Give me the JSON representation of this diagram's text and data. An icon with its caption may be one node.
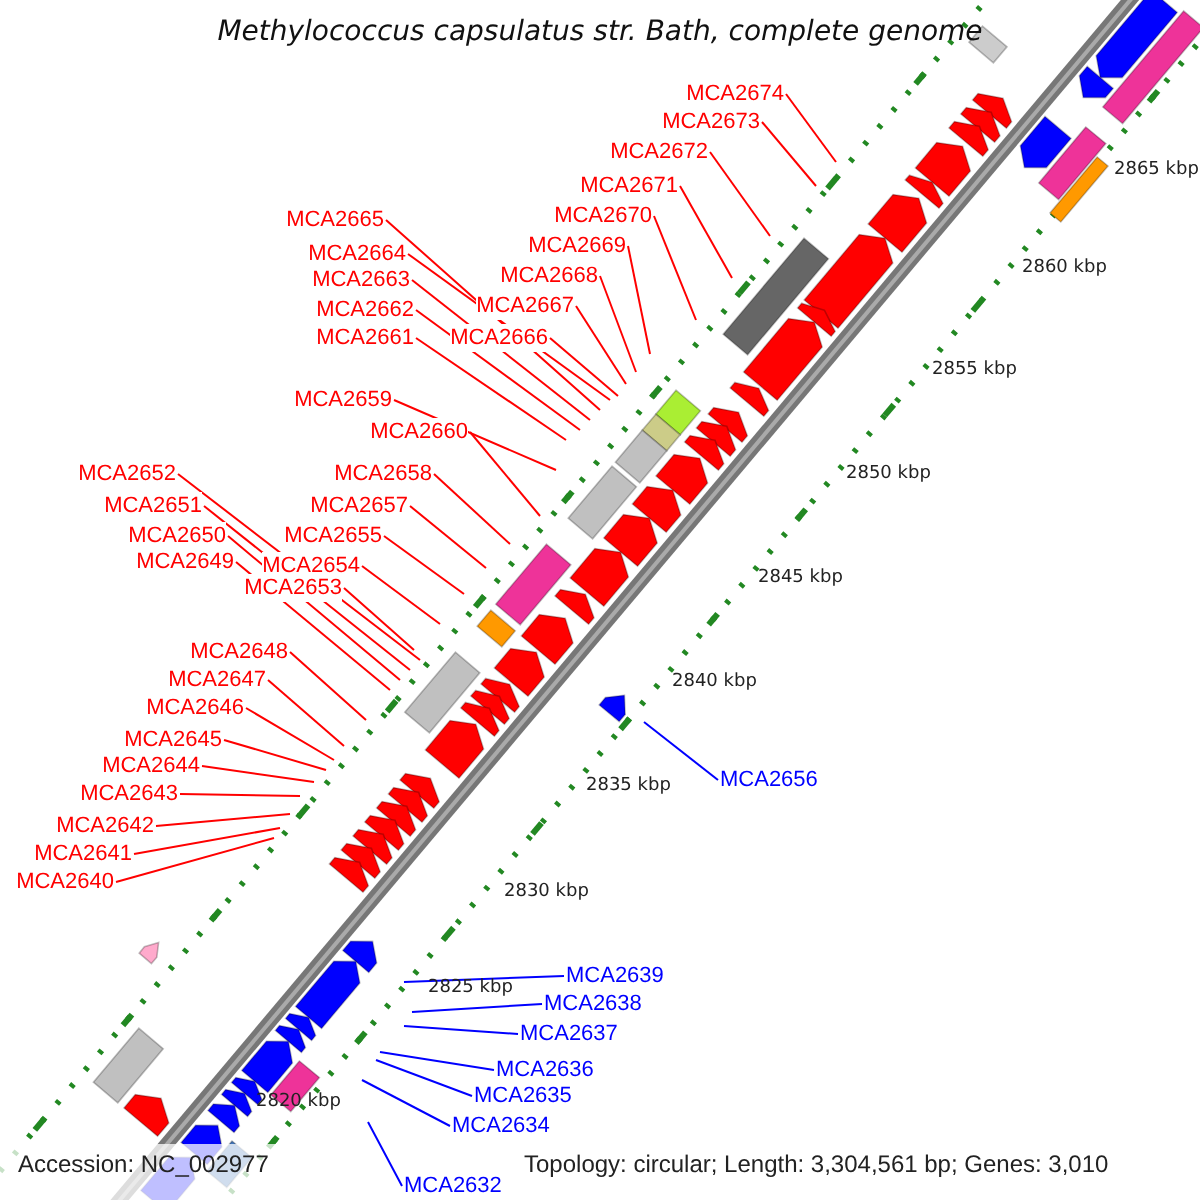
{
  "diagram": {
    "title": "Methylococcus capsulatus str. Bath, complete genome",
    "nodes": [
      {
        "text": [
          "MCA2674"
        ]
      },
      {
        "text": [
          "MCA2673"
        ]
      },
      {
        "text": [
          "MCA2672"
        ]
      },
      {
        "text": [
          "MCA2671"
        ]
      },
      {
        "text": [
          "MCA2670"
        ]
      },
      {
        "text": [
          "MCA2665"
        ]
      },
      {
        "text": [
          "MCA2669"
        ]
      },
      {
        "text": [
          "MCA2664"
        ]
      },
      {
        "text": [
          "MCA2663"
        ]
      },
      {
        "text": [
          "MCA2668"
        ]
      },
      {
        "text": [
          "MCA2667"
        ]
      },
      {
        "text": [
          "MCA2662"
        ]
      },
      {
        "text": [
          "MCA2666"
        ]
      },
      {
        "text": [
          "MCA2661"
        ]
      },
      {
        "text": [
          "MCA2659"
        ]
      },
      {
        "text": [
          "MCA2660"
        ]
      },
      {
        "text": [
          "MCA2652"
        ]
      },
      {
        "text": [
          "MCA2658"
        ]
      },
      {
        "text": [
          "MCA2651"
        ]
      },
      {
        "text": [
          "MCA2657"
        ]
      },
      {
        "text": [
          "MCA2650"
        ]
      },
      {
        "text": [
          "MCA2655"
        ]
      },
      {
        "text": [
          "MCA2649"
        ]
      },
      {
        "text": [
          "MCA2654"
        ]
      },
      {
        "text": [
          "MCA2653"
        ]
      },
      {
        "text": [
          "MCA2648"
        ]
      },
      {
        "text": [
          "MCA2647"
        ]
      },
      {
        "text": [
          "MCA2646"
        ]
      },
      {
        "text": [
          "MCA2645"
        ]
      },
      {
        "text": [
          "MCA2644"
        ]
      },
      {
        "text": [
          "MCA2656"
        ]
      },
      {
        "text": [
          "MCA2643"
        ]
      },
      {
        "text": [
          "MCA2642"
        ]
      },
      {
        "text": [
          "MCA2641"
        ]
      },
      {
        "text": [
          "MCA2640"
        ]
      },
      {
        "text": [
          "MCA2639"
        ]
      },
      {
        "text": [
          "MCA2638"
        ]
      },
      {
        "text": [
          "MCA2637"
        ]
      },
      {
        "text": [
          "MCA2636"
        ]
      },
      {
        "text": [
          "MCA2635"
        ]
      },
      {
        "text": [
          "MCA2634"
        ]
      },
      {
        "text": [
          "MCA2632"
        ]
      }
    ],
    "edges": [
      {
        "from": 0,
        "to": null,
        "arrow": "none"
      },
      {
        "from": 1,
        "to": null,
        "arrow": "none"
      },
      {
        "from": 2,
        "to": null,
        "arrow": "none"
      },
      {
        "from": 3,
        "to": null,
        "arrow": "none"
      },
      {
        "from": 4,
        "to": null,
        "arrow": "none"
      },
      {
        "from": 5,
        "to": null,
        "arrow": "none"
      },
      {
        "from": 6,
        "to": null,
        "arrow": "none"
      },
      {
        "from": 7,
        "to": null,
        "arrow": "none"
      },
      {
        "from": 8,
        "to": null,
        "arrow": "none"
      },
      {
        "from": 9,
        "to": null,
        "arrow": "none"
      },
      {
        "from": 10,
        "to": null,
        "arrow": "none"
      },
      {
        "from": 11,
        "to": null,
        "arrow": "none"
      },
      {
        "from": 12,
        "to": null,
        "arrow": "none"
      },
      {
        "from": 13,
        "to": null,
        "arrow": "none"
      },
      {
        "from": 14,
        "to": null,
        "arrow": "none"
      },
      {
        "from": 15,
        "to": null,
        "arrow": "none"
      },
      {
        "from": 16,
        "to": null,
        "arrow": "none"
      },
      {
        "from": 17,
        "to": null,
        "arrow": "none"
      },
      {
        "from": 18,
        "to": null,
        "arrow": "none"
      },
      {
        "from": 19,
        "to": null,
        "arrow": "none"
      },
      {
        "from": 20,
        "to": null,
        "arrow": "none"
      },
      {
        "from": 21,
        "to": null,
        "arrow": "none"
      },
      {
        "from": 22,
        "to": null,
        "arrow": "none"
      },
      {
        "from": 23,
        "to": null,
        "arrow": "none"
      },
      {
        "from": 24,
        "to": null,
        "arrow": "none"
      },
      {
        "from": 25,
        "to": null,
        "arrow": "none"
      },
      {
        "from": 26,
        "to": null,
        "arrow": "none"
      },
      {
        "from": 27,
        "to": null,
        "arrow": "none"
      },
      {
        "from": 28,
        "to": null,
        "arrow": "none"
      },
      {
        "from": 29,
        "to": null,
        "arrow": "none"
      },
      {
        "from": 30,
        "to": null,
        "arrow": "none",
        "color": "#0000ff"
      },
      {
        "from": 31,
        "to": null,
        "arrow": "none"
      },
      {
        "from": 32,
        "to": null,
        "arrow": "none"
      },
      {
        "from": 33,
        "to": null,
        "arrow": "none"
      },
      {
        "from": 34,
        "to": null,
        "arrow": "none"
      },
      {
        "from": 35,
        "to": null,
        "arrow": "none",
        "color": "#0000ff"
      },
      {
        "from": 36,
        "to": null,
        "arrow": "none",
        "color": "#0000ff"
      },
      {
        "from": 37,
        "to": null,
        "arrow": "none",
        "color": "#0000ff"
      },
      {
        "from": 38,
        "to": null,
        "arrow": "none",
        "color": "#0000ff"
      },
      {
        "from": 39,
        "to": null,
        "arrow": "none",
        "color": "#0000ff"
      },
      {
        "from": 40,
        "to": null,
        "arrow": "none",
        "color": "#0000ff"
      },
      {
        "from": 41,
        "to": null,
        "arrow": "none",
        "color": "#0000ff"
      }
    ],
    "labels": [
      "2865 kbp",
      "2860 kbp",
      "2855 kbp",
      "2850 kbp",
      "2845 kbp",
      "2840 kbp",
      "2835 kbp",
      "2830 kbp",
      "2825 kbp",
      "2820 kbp",
      "Accession: NC_002977",
      "Topology: circular; Length: 3,304,561 bp; Genes: 3,010"
    ]
  }
}
